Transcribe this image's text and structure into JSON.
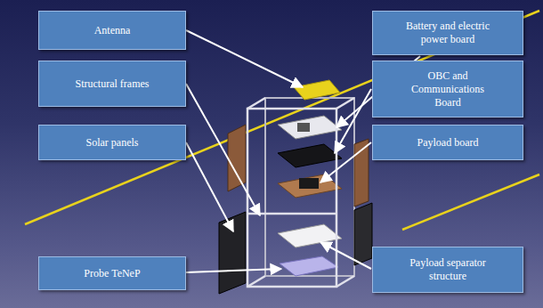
{
  "diagram": {
    "nodes": [
      {
        "text": [
          "Antenna"
        ]
      },
      {
        "text": [
          "Battery and electric power board"
        ]
      },
      {
        "text": [
          "Structural frames"
        ]
      },
      {
        "text": [
          "OBC and Communications Board"
        ]
      },
      {
        "text": [
          "Solar panels"
        ]
      },
      {
        "text": [
          "Payload board"
        ]
      },
      {
        "text": [
          "Probe TeNeP"
        ]
      },
      {
        "text": [
          "Payload separator structure"
        ]
      }
    ]
  }
}
